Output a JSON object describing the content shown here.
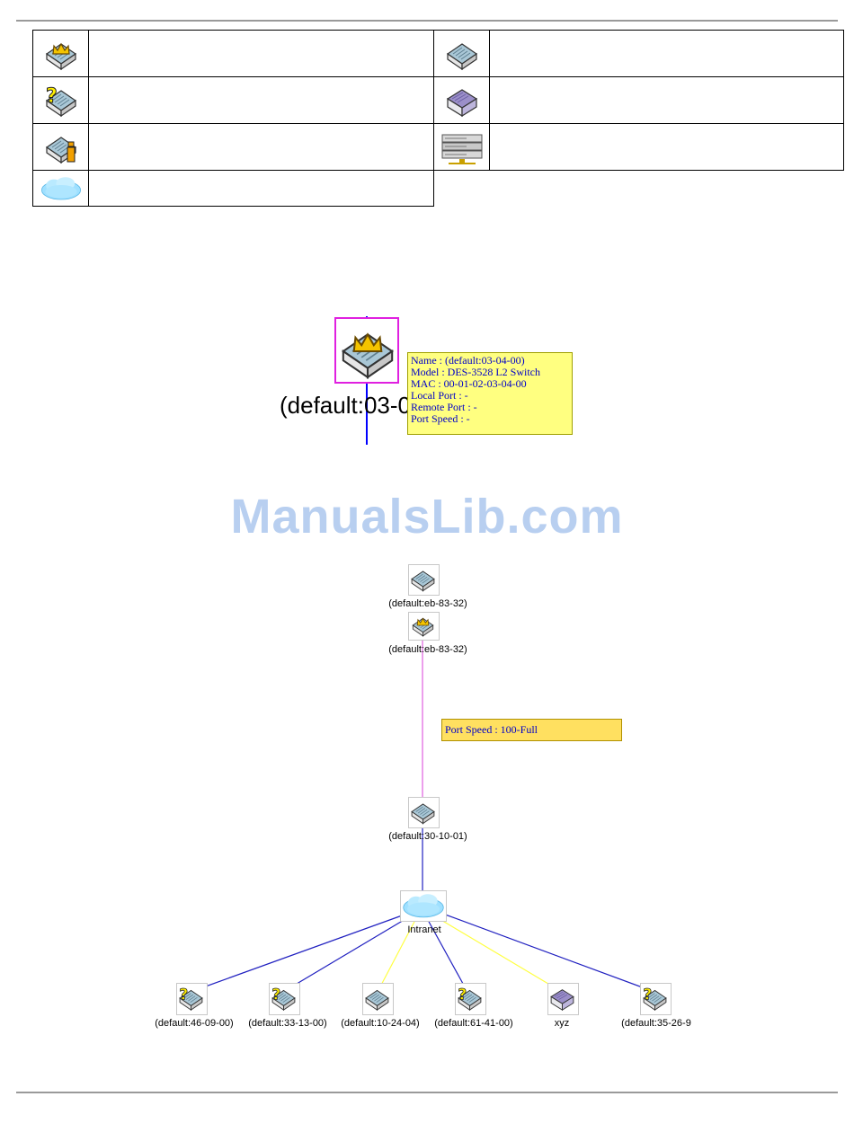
{
  "watermark": "ManualsLib.com",
  "legend": [
    {
      "icon": "commander-switch-icon"
    },
    {
      "icon": "member-switch-icon"
    },
    {
      "icon": "candidate-switch-icon"
    },
    {
      "icon": "non-smart-switch-icon"
    },
    {
      "icon": "info-switch-icon"
    },
    {
      "icon": "server-device-icon"
    },
    {
      "icon": "cloud-icon"
    }
  ],
  "diagram1": {
    "label": "(default:03-0",
    "tooltip": [
      "Name   : (default:03-04-00)",
      "Model  : DES-3528 L2 Switch",
      "MAC    : 00-01-02-03-04-00",
      "Local Port : -",
      "Remote Port : -",
      "Port Speed : -"
    ]
  },
  "diagram2": {
    "top_label": "(default:eb-83-32)",
    "commander_label": "(default:eb-83-32)",
    "port_speed": "Port Speed : 100-Full",
    "mid_label": "(default:30-10-01)",
    "cloud_label": "Intranet",
    "bottom_labels": [
      "(default:46-09-00)",
      "(default:33-13-00)",
      "(default:10-24-04)",
      "(default:61-41-00)",
      "xyz",
      "(default:35-26-9"
    ]
  }
}
